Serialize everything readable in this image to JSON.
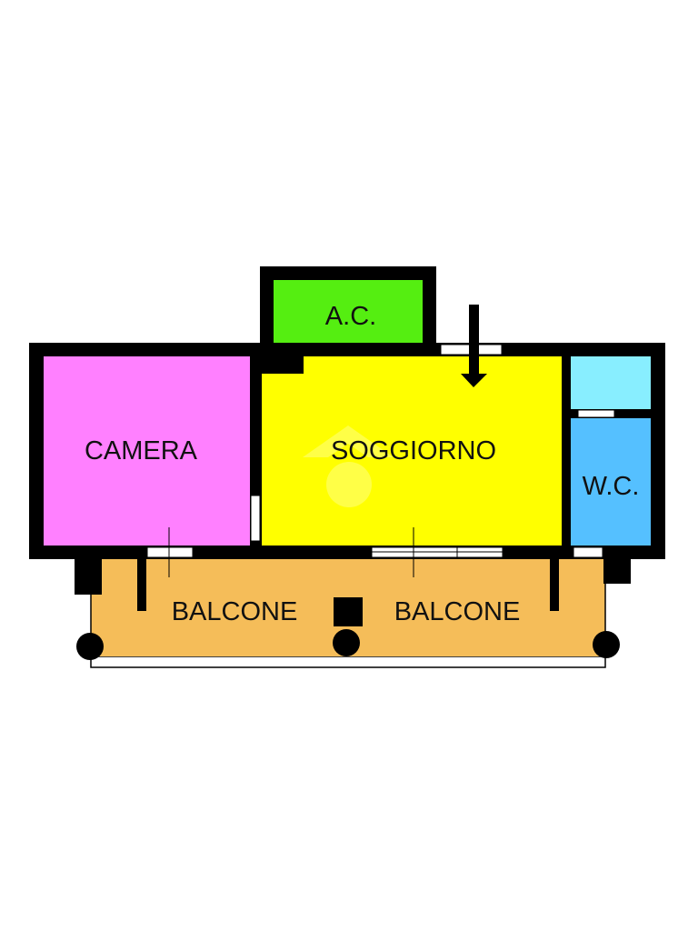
{
  "rooms": {
    "camera": {
      "label": "CAMERA",
      "color": "#ff80ff"
    },
    "soggiorno": {
      "label": "SOGGIORNO",
      "color": "#ffff00"
    },
    "ac": {
      "label": "A.C.",
      "color": "#55ee11"
    },
    "wc": {
      "label": "W.C.",
      "color": "#55c0ff"
    },
    "closet": {
      "color": "#88eeff"
    },
    "balcone_left": {
      "label": "BALCONE",
      "color": "#f5bd59"
    },
    "balcone_right": {
      "label": "BALCONE",
      "color": "#f5bd59"
    }
  },
  "colors": {
    "wall": "#000000",
    "window": "#ffffff"
  },
  "icons": {
    "entrance": "entrance-arrow-icon",
    "watermark": "watermark-logo-icon"
  }
}
